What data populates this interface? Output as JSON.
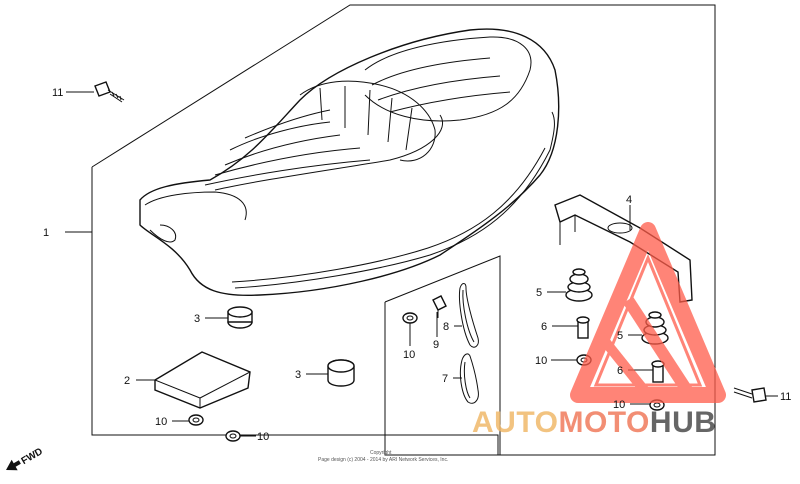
{
  "callouts": {
    "p1": "1",
    "p2": "2",
    "p3a": "3",
    "p3b": "3",
    "p4": "4",
    "p5a": "5",
    "p5b": "5",
    "p6a": "6",
    "p6b": "6",
    "p7": "7",
    "p8": "8",
    "p9": "9",
    "p10a": "10",
    "p10b": "10",
    "p10c": "10",
    "p10d": "10",
    "p10e": "10",
    "p11a": "11",
    "p11b": "11"
  },
  "fwd_label": "FWD",
  "copyright_line1": "Copyright",
  "copyright_line2": "Page design (c) 2004 - 2014 by ARI Network Services, Inc.",
  "watermark": {
    "word1": "AUTO",
    "word2": "MOTO",
    "word3": "HUB",
    "color1": "#f0b86a",
    "color2": "#f07a5c",
    "color3": "#555555"
  },
  "colors": {
    "ink": "#111111",
    "logo_red": "#ff5c4a",
    "callout_red": "#e04535"
  }
}
